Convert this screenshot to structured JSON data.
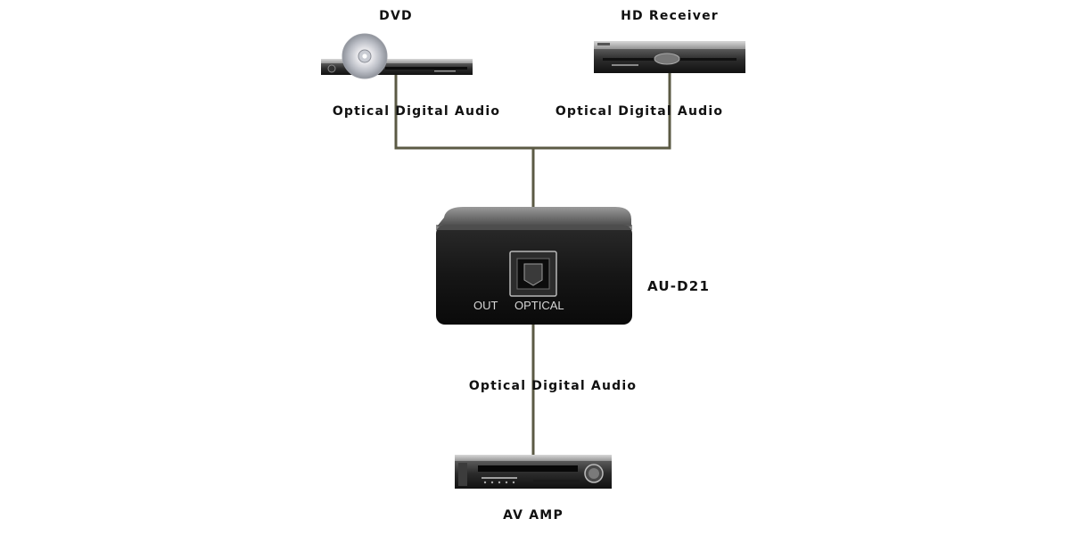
{
  "devices": {
    "dvd": {
      "label": "DVD"
    },
    "hd_receiver": {
      "label": "HD Receiver"
    },
    "switch": {
      "label": "AU-D21",
      "port_out_label": "OUT",
      "port_optical_label": "OPTICAL"
    },
    "av_amp": {
      "label": "AV AMP"
    }
  },
  "connections": {
    "dvd_to_switch": "Optical Digital Audio",
    "receiver_to_switch": "Optical Digital Audio",
    "switch_to_amp": "Optical Digital Audio"
  },
  "colors": {
    "cable": "#5b5a44",
    "device_body": "#1b1b1b",
    "device_top": "#6d6d6d"
  }
}
